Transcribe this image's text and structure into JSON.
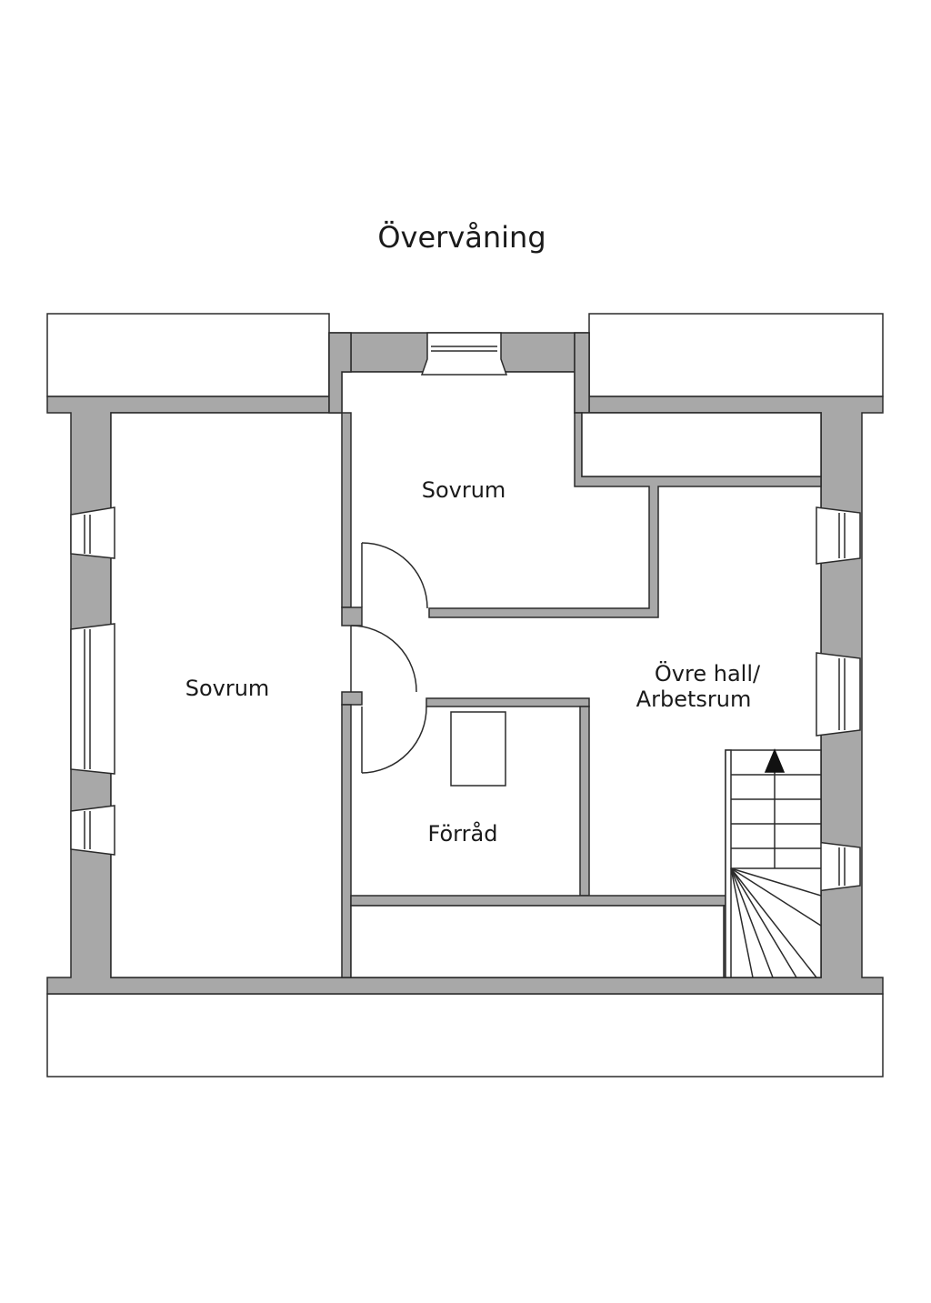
{
  "title": "Övervåning",
  "rooms": {
    "bedroom_left": "Sovrum",
    "bedroom_top": "Sovrum",
    "hall_line1": "Övre hall/",
    "hall_line2": "Arbetsrum",
    "storage": "Förråd"
  },
  "colors": {
    "wall": "#a8a8a8",
    "outline": "#2b2b2b",
    "background": "#ffffff",
    "text": "#1a1a1a"
  },
  "icons": {
    "stair_arrow": "arrow-up-icon",
    "door": "door-swing-icon",
    "window": "window-icon"
  }
}
